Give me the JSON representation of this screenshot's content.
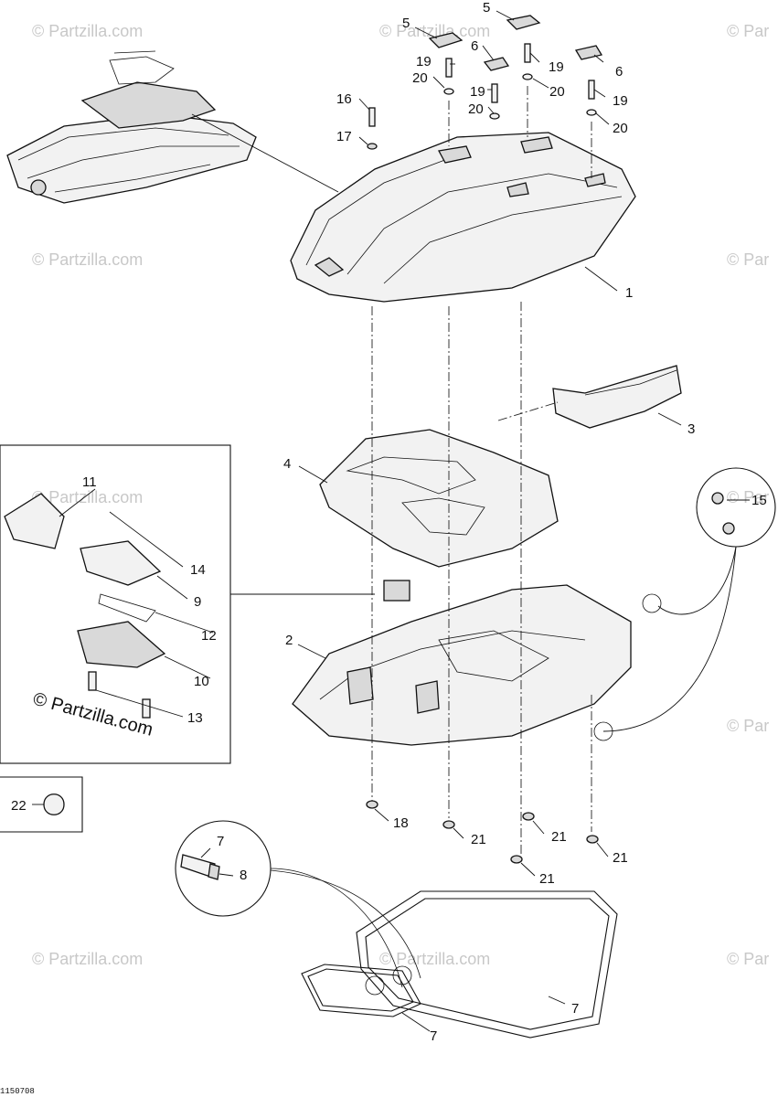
{
  "diagram": {
    "reference_code": "1150708",
    "callouts": [
      {
        "id": "c1",
        "text": "1"
      },
      {
        "id": "c2",
        "text": "2"
      },
      {
        "id": "c3",
        "text": "3"
      },
      {
        "id": "c4",
        "text": "4"
      },
      {
        "id": "c5a",
        "text": "5"
      },
      {
        "id": "c5b",
        "text": "5"
      },
      {
        "id": "c6a",
        "text": "6"
      },
      {
        "id": "c6b",
        "text": "6"
      },
      {
        "id": "c7a",
        "text": "7"
      },
      {
        "id": "c7b",
        "text": "7"
      },
      {
        "id": "c7c",
        "text": "7"
      },
      {
        "id": "c8",
        "text": "8"
      },
      {
        "id": "c9",
        "text": "9"
      },
      {
        "id": "c10",
        "text": "10"
      },
      {
        "id": "c11",
        "text": "11"
      },
      {
        "id": "c12",
        "text": "12"
      },
      {
        "id": "c13",
        "text": "13"
      },
      {
        "id": "c14",
        "text": "14"
      },
      {
        "id": "c15",
        "text": "15"
      },
      {
        "id": "c16",
        "text": "16"
      },
      {
        "id": "c17",
        "text": "17"
      },
      {
        "id": "c18",
        "text": "18"
      },
      {
        "id": "c19a",
        "text": "19"
      },
      {
        "id": "c19b",
        "text": "19"
      },
      {
        "id": "c19c",
        "text": "19"
      },
      {
        "id": "c19d",
        "text": "19"
      },
      {
        "id": "c20a",
        "text": "20"
      },
      {
        "id": "c20b",
        "text": "20"
      },
      {
        "id": "c20c",
        "text": "20"
      },
      {
        "id": "c20d",
        "text": "20"
      },
      {
        "id": "c21a",
        "text": "21"
      },
      {
        "id": "c21b",
        "text": "21"
      },
      {
        "id": "c21c",
        "text": "21"
      },
      {
        "id": "c21d",
        "text": "21"
      },
      {
        "id": "c22",
        "text": "22"
      }
    ],
    "watermark": {
      "strong_text": "© Partzilla.com",
      "faint_text": "© Partzilla.com",
      "faint_short": "© Par"
    }
  }
}
